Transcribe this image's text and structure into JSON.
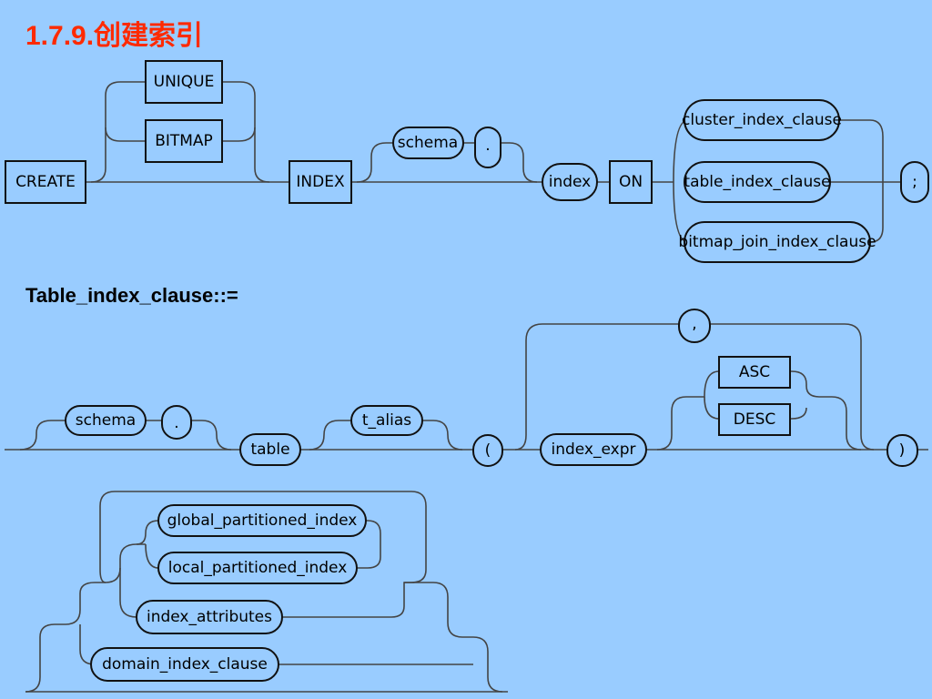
{
  "title": "1.7.9.创建索引",
  "subtitle": "Table_index_clause::=",
  "diagram1": {
    "create": "CREATE",
    "unique": "UNIQUE",
    "bitmap": "BITMAP",
    "index_kw": "INDEX",
    "schema": "schema",
    "dot": ".",
    "index": "index",
    "on": "ON",
    "cluster_index_clause": "cluster_index_clause",
    "table_index_clause": "table_index_clause",
    "bitmap_join_index_clause": "bitmap_join_index_clause",
    "semicolon": ";"
  },
  "diagram2": {
    "schema": "schema",
    "dot": ".",
    "table": "table",
    "t_alias": "t_alias",
    "lparen": "(",
    "index_expr": "index_expr",
    "comma": ",",
    "asc": "ASC",
    "desc": "DESC",
    "rparen": ")"
  },
  "diagram3": {
    "global_partitioned_index": "global_partitioned_index",
    "local_partitioned_index": "local_partitioned_index",
    "index_attributes": "index_attributes",
    "domain_index_clause": "domain_index_clause"
  }
}
